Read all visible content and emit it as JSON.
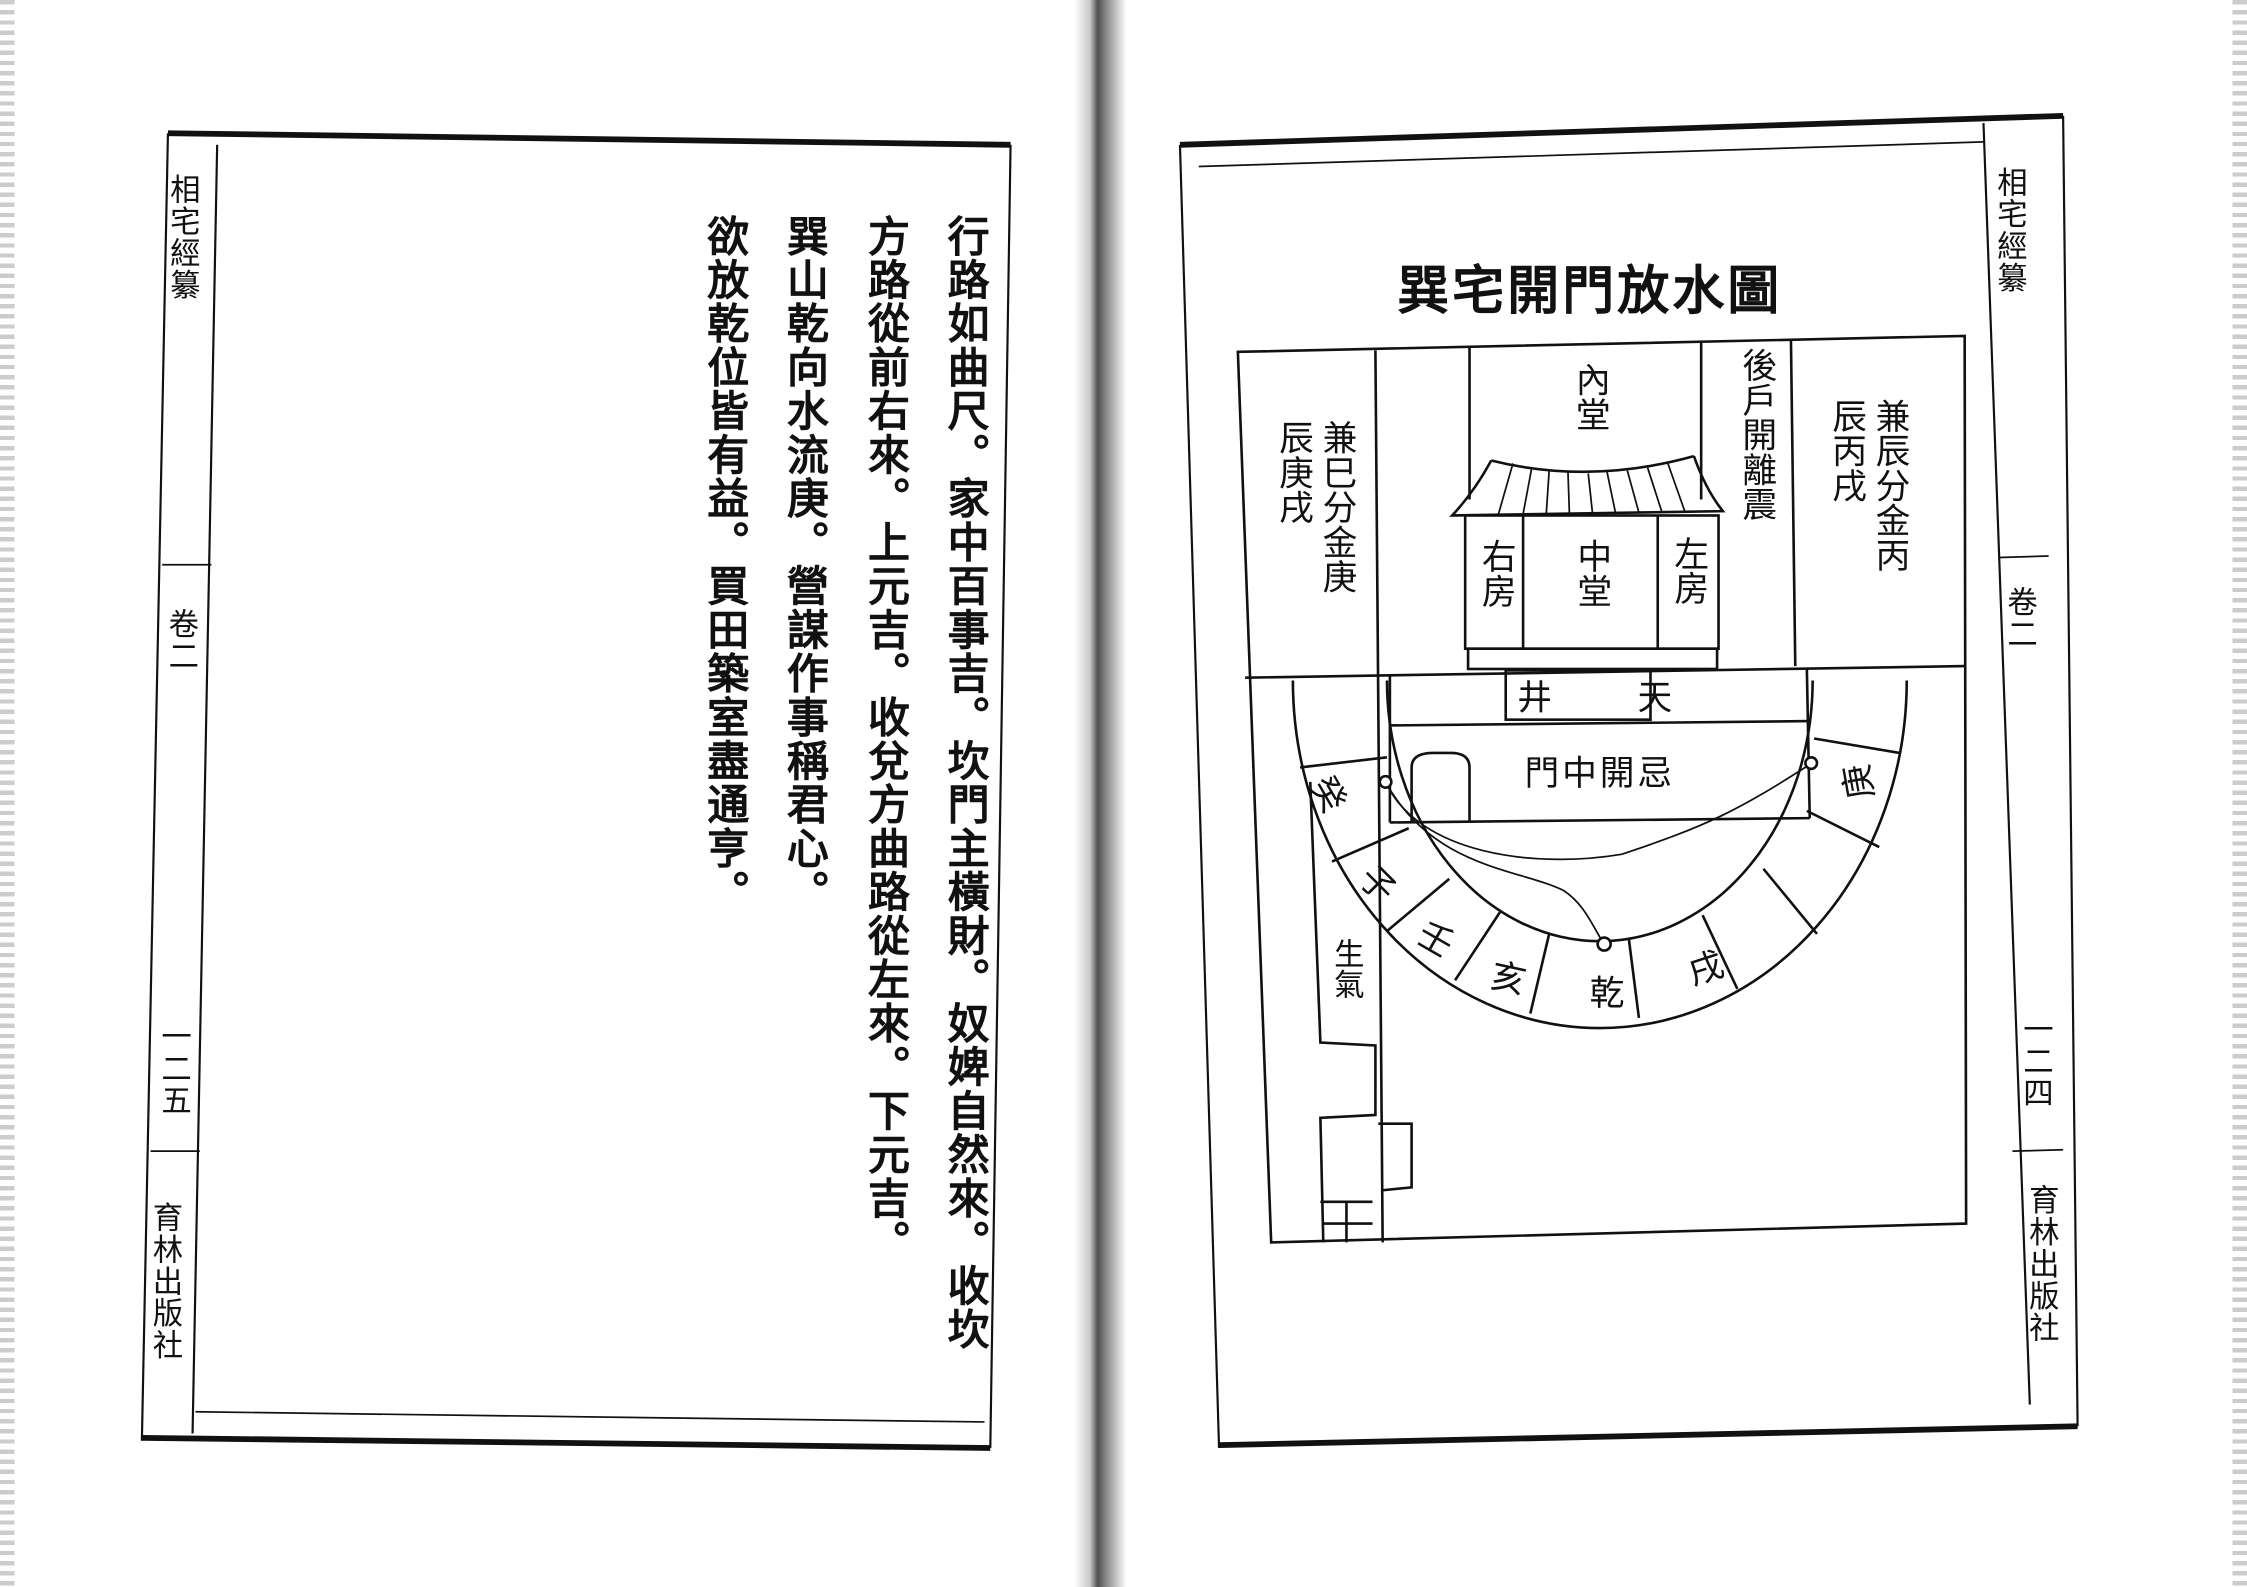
{
  "left_page": {
    "margin": {
      "book_title": "相宅經纂",
      "volume": "卷二",
      "page_number": "一二五",
      "publisher": "育林出版社"
    },
    "body_columns": [
      "行路如曲尺。家中百事吉。坎門主橫財。奴婢自然來。收坎",
      "方路從前右來。上元吉。收兌方曲路從左來。下元吉。",
      "巽山乾向水流庚。營謀作事稱君心。",
      "欲放乾位皆有益。買田築室盡通亨。"
    ]
  },
  "right_page": {
    "margin": {
      "book_title": "相宅經纂",
      "volume": "卷二",
      "page_number": "一二四",
      "publisher": "育林出版社"
    },
    "diagram": {
      "title": "巽宅開門放水圖",
      "labels": {
        "left_room": "兼巳分金庚辰庚戌",
        "inner_hall": "內堂",
        "back_door": "後戶開離震",
        "right_room": "兼辰分金丙辰丙戌",
        "right_chamber": "右房",
        "middle_hall": "中堂",
        "left_chamber": "左房",
        "courtyard_left": "井",
        "courtyard_right": "天",
        "door_note": "門中開忌",
        "vital_qi": "生氣"
      },
      "ring_sectors": [
        "癸",
        "子",
        "壬",
        "亥",
        "乾",
        "戌",
        "庚"
      ]
    }
  }
}
